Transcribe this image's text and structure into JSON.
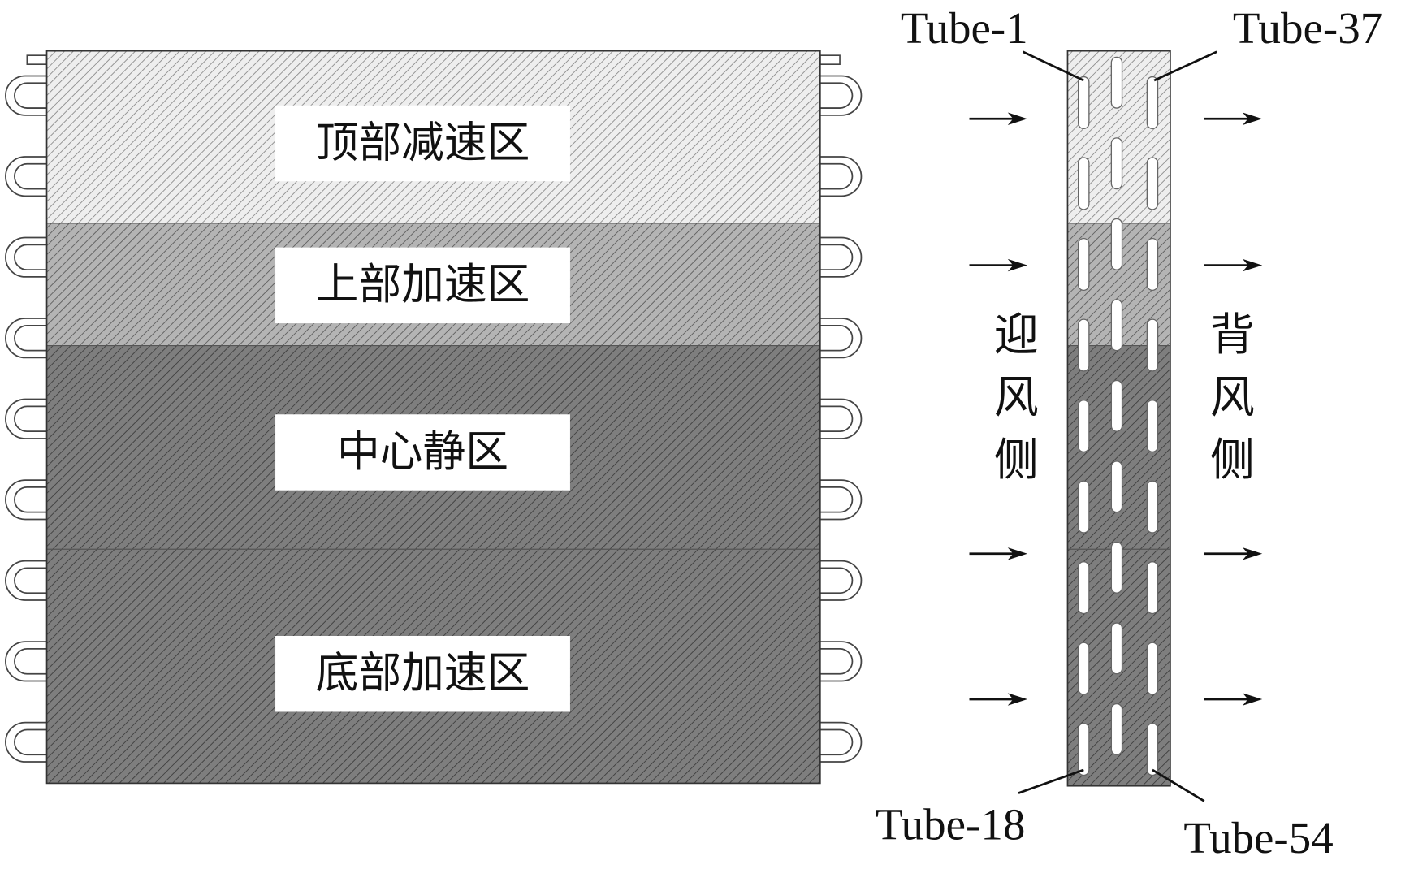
{
  "zones": [
    {
      "label": "顶部减速区",
      "fill": "#eeeeee",
      "hatch": "#8a8a8a"
    },
    {
      "label": "上部加速区",
      "fill": "#b4b4b4",
      "hatch": "#5a5a5a"
    },
    {
      "label": "中心静区",
      "fill": "#7e7e7e",
      "hatch": "#3c3c3c"
    },
    {
      "label": "底部加速区",
      "fill": "#7e7e7e",
      "hatch": "#3c3c3c"
    }
  ],
  "side_labels": {
    "windward": "迎风侧",
    "leeward": "背风侧"
  },
  "tube_labels": {
    "tube1": "Tube-1",
    "tube37": "Tube-37",
    "tube18": "Tube-18",
    "tube54": "Tube-54"
  }
}
